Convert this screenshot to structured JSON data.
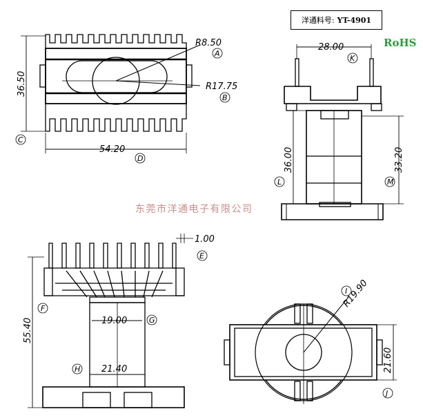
{
  "header": {
    "part_label": "洋通料号:",
    "part_number": "YT-4901",
    "compliance": "RoHS"
  },
  "watermark": "东莞市洋通电子有限公司",
  "colors": {
    "line": "#000000",
    "rohs": "#2a9d3a",
    "watermark": "#c98d8d"
  },
  "dimensions": {
    "r_small": "R8.50",
    "r_large": "R17.75",
    "height_top": "36.50",
    "width_top": "54.20",
    "side_width": "28.00",
    "side_height": "36.00",
    "side_inner": "33.20",
    "pin_pitch": "1.00",
    "front_height": "55.40",
    "front_inner": "19.00",
    "front_outer": "21.40",
    "bottom_radius": "R19.90",
    "bottom_height": "21.60"
  },
  "labels": {
    "a": "A",
    "b": "B",
    "c": "C",
    "d": "D",
    "e": "E",
    "f": "F",
    "g": "G",
    "h": "H",
    "i": "I",
    "j": "J",
    "k": "K",
    "l": "L",
    "m": "M"
  }
}
